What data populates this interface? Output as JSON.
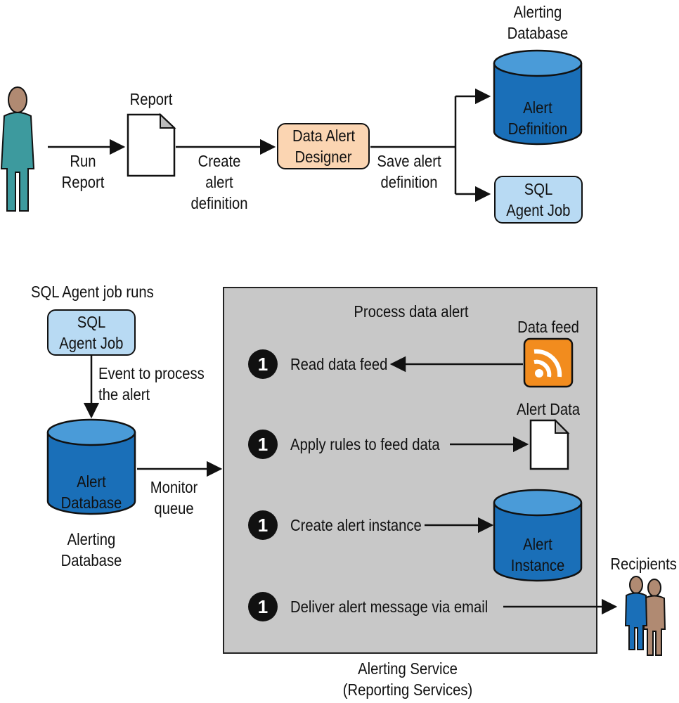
{
  "top": {
    "report_label": "Report",
    "run_report": [
      "Run",
      "Report"
    ],
    "create_alert_definition": [
      "Create",
      "alert",
      "definition"
    ],
    "designer": [
      "Data Alert",
      "Designer"
    ],
    "save_alert_definition": [
      "Save alert",
      "definition"
    ],
    "alerting_database_title": [
      "Alerting",
      "Database"
    ],
    "alert_definition": [
      "Alert",
      "Definition"
    ],
    "sql_agent_job": [
      "SQL",
      "Agent Job"
    ]
  },
  "bottom": {
    "sql_agent_job_runs": "SQL Agent job runs",
    "sql_agent_job": [
      "SQL",
      "Agent Job"
    ],
    "event_to_process": [
      "Event to process",
      "the alert"
    ],
    "alert_database": [
      "Alert",
      "Database"
    ],
    "alerting_database_caption": [
      "Alerting",
      "Database"
    ],
    "monitor_queue": [
      "Monitor",
      "queue"
    ],
    "service": {
      "title": "Process data alert",
      "steps": [
        {
          "num": "1",
          "label": "Read data feed"
        },
        {
          "num": "1",
          "label": "Apply rules to feed data"
        },
        {
          "num": "1",
          "label": "Create alert instance"
        },
        {
          "num": "1",
          "label": "Deliver alert message via email"
        }
      ],
      "data_feed_label": "Data feed",
      "alert_data_label": "Alert Data",
      "alert_instance": [
        "Alert",
        "Instance"
      ],
      "caption": [
        "Alerting Service",
        "(Reporting Services)"
      ]
    },
    "recipients_label": "Recipients"
  },
  "colors": {
    "cylinder_blue": "#1a6fb8",
    "cylinder_top": "#4a9bd8",
    "designer_fill": "#fbd5b2",
    "job_fill": "#b8daf3",
    "panel_fill": "#c8c8c8",
    "rss_orange": "#f28c1e",
    "person_teal": "#3d9a9e",
    "person_skin": "#b08a72"
  },
  "icons": [
    "person-icon",
    "document-icon",
    "database-icon",
    "rss-feed-icon",
    "recipients-icon"
  ]
}
